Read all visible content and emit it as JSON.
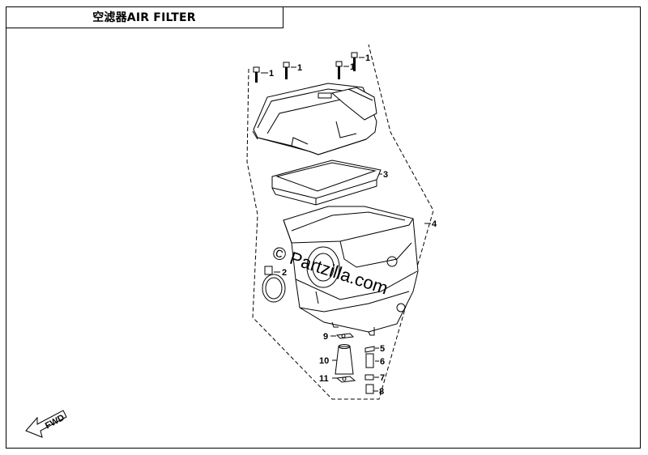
{
  "title": "空滤器AIR FILTER",
  "watermark": "© Partzilla.com",
  "fwd_label": "FWD",
  "callouts": [
    "1",
    "1",
    "1",
    "1",
    "3",
    "4",
    "2",
    "9",
    "5",
    "10",
    "6",
    "11",
    "7",
    "8"
  ]
}
